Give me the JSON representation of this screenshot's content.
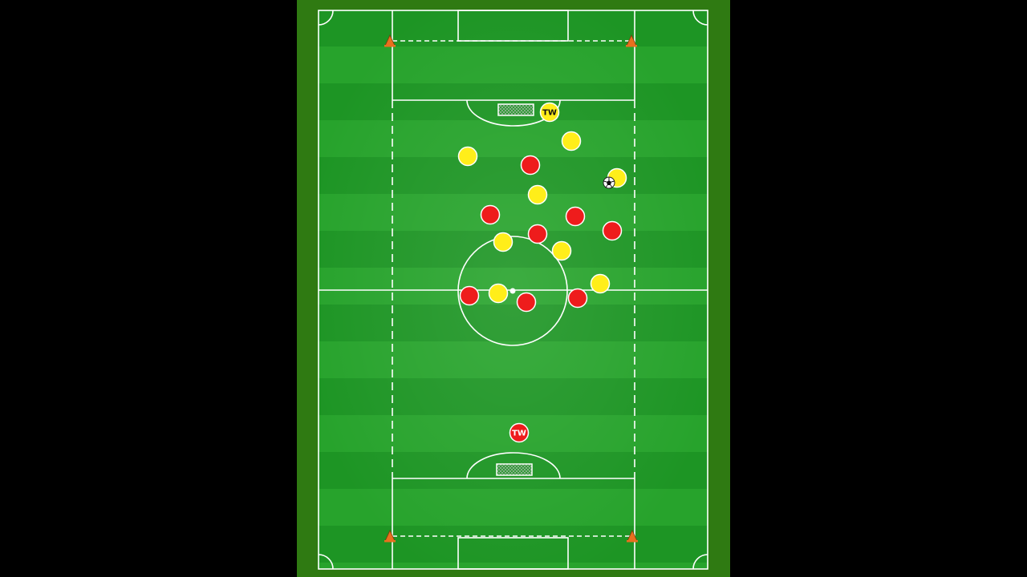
{
  "diagram": {
    "colors": {
      "background": "#000000",
      "surround": "#2f7a12",
      "grass_light": "#27a32c",
      "grass_dark": "#1d9524",
      "line": "#ffffff",
      "team_yellow": "#ffee1a",
      "team_red": "#ee1c1c",
      "cone": "#e8701e"
    },
    "teams": [
      {
        "name": "yellow",
        "color_key": "team_yellow",
        "players": [
          {
            "id": "yellow-goalkeeper",
            "label": "TW"
          },
          {
            "id": "yellow-player-1",
            "label": ""
          },
          {
            "id": "yellow-player-2",
            "label": ""
          },
          {
            "id": "yellow-player-3",
            "label": ""
          },
          {
            "id": "yellow-player-4",
            "label": ""
          },
          {
            "id": "yellow-player-5",
            "label": ""
          },
          {
            "id": "yellow-player-6",
            "label": ""
          },
          {
            "id": "yellow-player-7",
            "label": ""
          },
          {
            "id": "yellow-player-8",
            "label": ""
          }
        ]
      },
      {
        "name": "red",
        "color_key": "team_red",
        "players": [
          {
            "id": "red-goalkeeper",
            "label": "TW"
          },
          {
            "id": "red-player-1",
            "label": ""
          },
          {
            "id": "red-player-2",
            "label": ""
          },
          {
            "id": "red-player-3",
            "label": ""
          },
          {
            "id": "red-player-4",
            "label": ""
          },
          {
            "id": "red-player-5",
            "label": ""
          },
          {
            "id": "red-player-6",
            "label": ""
          },
          {
            "id": "red-player-7",
            "label": ""
          },
          {
            "id": "red-player-8",
            "label": ""
          }
        ]
      }
    ],
    "ball": "soccer-ball-icon",
    "cones": 4,
    "goals": 2
  }
}
